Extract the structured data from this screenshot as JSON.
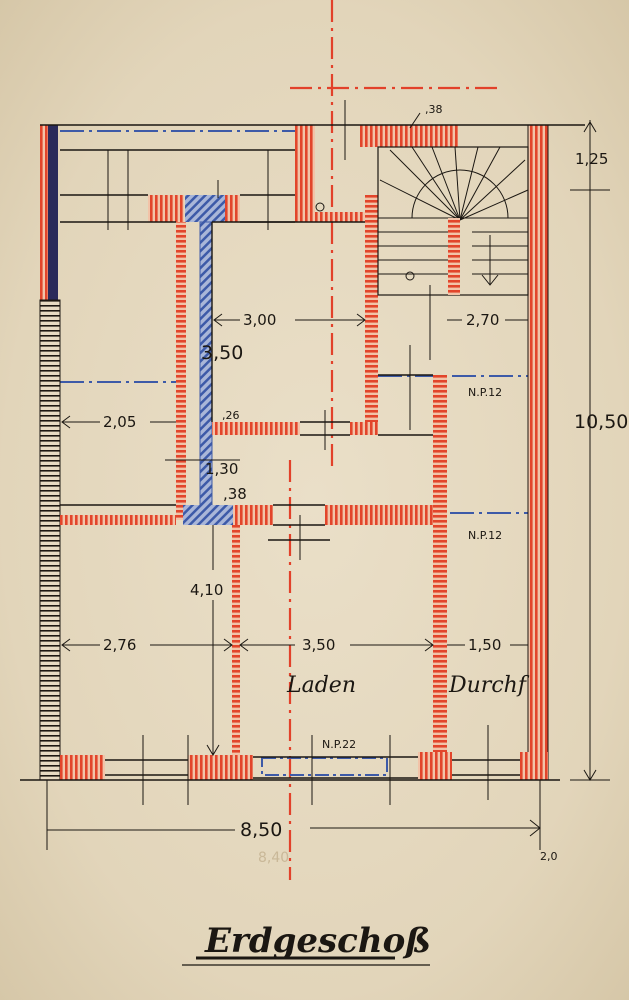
{
  "plan": {
    "title": "Erdgeschoß",
    "colors": {
      "paper": "#e6dbc3",
      "brick": "#e2583a",
      "brick_light": "#f0b9a0",
      "blue": "#3d5aa8",
      "ink": "#1b1712"
    },
    "rooms": [
      {
        "label": "Laden"
      },
      {
        "label": "Durchf"
      }
    ],
    "levels": [
      {
        "label": "N.P.12"
      },
      {
        "label": "N.P.12"
      },
      {
        "label": "N.P.22"
      }
    ],
    "dimensions": {
      "top_wall": ",38",
      "stair_head": "1,25",
      "total_depth": "10,50",
      "stair_width": "2,70",
      "kitchen_width": "3,00",
      "kitchen_depth": "3,50",
      "hall_width": "2,05",
      "wall_26": ",26",
      "passage": "1,30",
      "wall_38": ",38",
      "front_depth": "4,10",
      "left_room": "2,76",
      "shop_width": "3,50",
      "passage_width": "1,50",
      "total_width": "8,50",
      "corner_note": "2,0",
      "faint_note": "8,40"
    }
  }
}
